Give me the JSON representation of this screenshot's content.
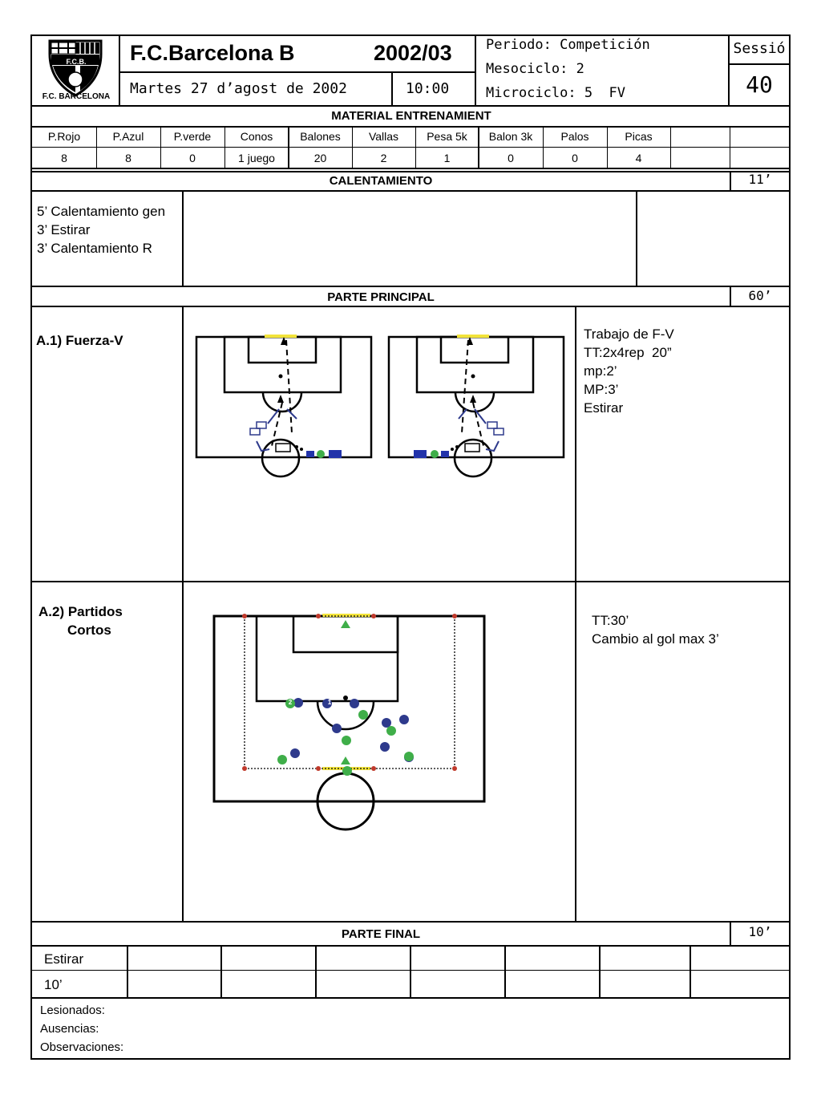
{
  "header": {
    "logo_text": "F.C.B.",
    "logo_caption": "F.C. BARCELONA",
    "team": "F.C.Barcelona B",
    "season": "2002/03",
    "date": "Martes 27 d’agost de 2002",
    "time": "10:00",
    "periodo": "Periodo: Competición",
    "mesociclo": "Mesociclo: 2",
    "microciclo": "Microciclo: 5  FV",
    "session_label": "Sessió",
    "session_number": "40"
  },
  "material": {
    "title": "MATERIAL ENTRENAMIENT",
    "headers": [
      "P.Rojo",
      "P.Azul",
      "P.verde",
      "Conos",
      "Balones",
      "Vallas",
      "Pesa 5k",
      "Balon 3k",
      "Palos",
      "Picas",
      "",
      ""
    ],
    "values": [
      "8",
      "8",
      "0",
      "1 juego",
      "20",
      "2",
      "1",
      "0",
      "0",
      "4",
      "",
      ""
    ]
  },
  "calentamiento": {
    "title": "CALENTAMIENTO",
    "time": "11’",
    "lines": [
      "5’ Calentamiento gen",
      "3’ Estirar",
      "3’ Calentamiento R"
    ]
  },
  "principal": {
    "title": "PARTE PRINCIPAL",
    "time": "60’",
    "a1": {
      "label": "A.1) Fuerza-V",
      "notes": [
        "Trabajo de F-V",
        "TT:2x4rep  20”",
        "mp:2’",
        "MP:3’",
        "Estirar"
      ]
    },
    "a2": {
      "label_line1": "A.2) Partidos",
      "label_line2": "Cortos",
      "notes": [
        "TT:30’",
        "Cambio al gol max 3’"
      ],
      "players": [
        "1",
        "2"
      ]
    }
  },
  "final": {
    "title": "PARTE FINAL",
    "time": "10’",
    "row1": "Estirar",
    "row2": "10’"
  },
  "footer": {
    "lesionados": "Lesionados:",
    "ausencias": "Ausencias:",
    "observaciones": "Observaciones:"
  },
  "colors": {
    "team1": "#2e3a8c",
    "team2": "#3fae49",
    "goal": "#f2e33a",
    "cone": "#c0392b",
    "blue_block": "#2233aa"
  }
}
